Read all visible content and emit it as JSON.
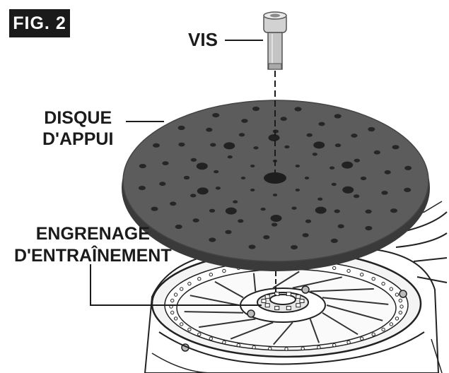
{
  "figure": {
    "badge": "FIG. 2"
  },
  "labels": {
    "screw": "VIS",
    "backing_pad": [
      "DISQUE",
      "D'APPUI"
    ],
    "drive_gear": [
      "ENGRENAGE",
      "D'ENTRAÎNEMENT"
    ]
  },
  "colors": {
    "pad": "#5c5c5c",
    "pad_edge": "#3a3a3a",
    "ink": "#1b1b1b",
    "screw": "#c9c9c9"
  },
  "icons": {
    "screw": "screw-icon",
    "pad": "backing-pad-icon",
    "gear": "drive-gear-icon"
  }
}
